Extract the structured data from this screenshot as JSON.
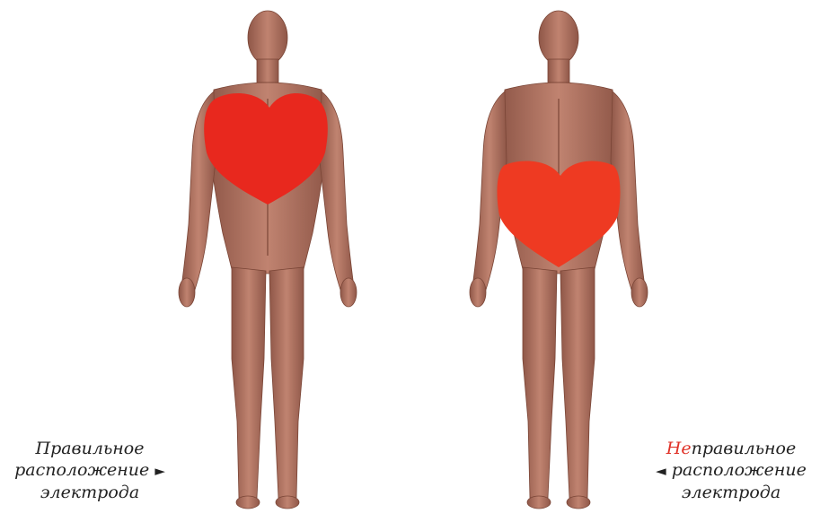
{
  "colors": {
    "skin": "#b87865",
    "skin_shadow": "#8f5748",
    "electrode_correct": "#e8281e",
    "electrode_incorrect": "#ee3a22",
    "accent_text": "#e03127"
  },
  "left_caption": {
    "line1": "Правильное",
    "line2": "расположение",
    "arrow": "►",
    "line3": "электрода"
  },
  "right_caption": {
    "prefix": "Не",
    "line1_rest": "правильное",
    "arrow": "◄",
    "line2": "расположение",
    "line3": "электрода"
  }
}
